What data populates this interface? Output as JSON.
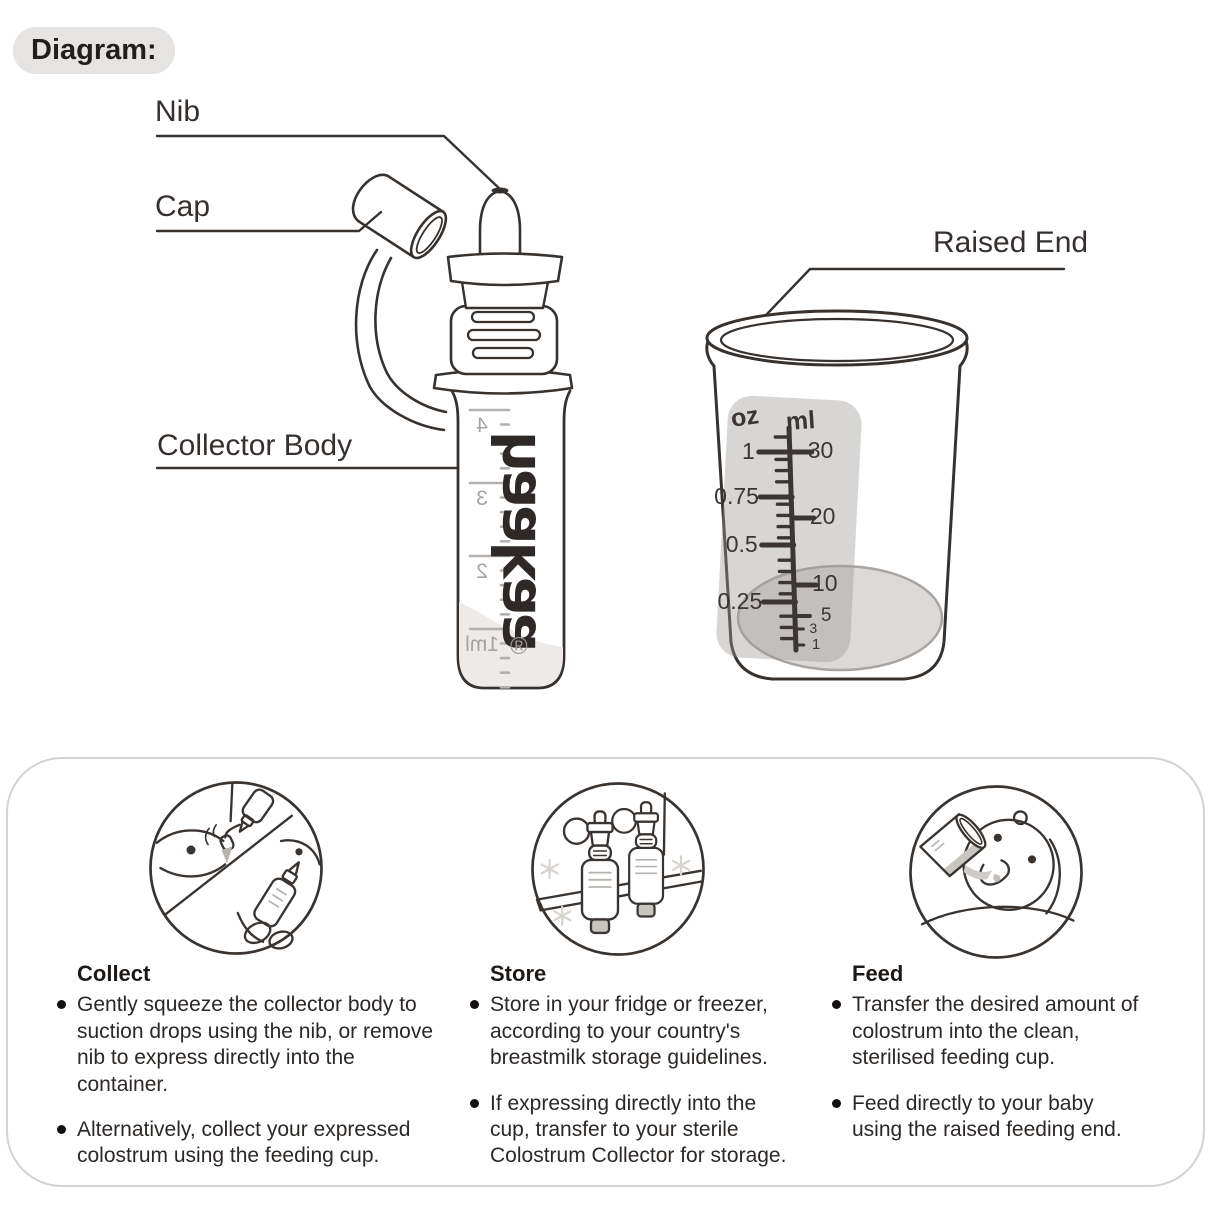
{
  "heading": {
    "label": "Diagram:"
  },
  "diagram": {
    "labels": {
      "nib": "Nib",
      "cap": "Cap",
      "collector_body": "Collector Body",
      "raised_end": "Raised End"
    },
    "collector": {
      "brand": "haakaa",
      "registered_mark": "®",
      "scale_labels": [
        "4",
        "3",
        "2",
        "1ml"
      ]
    },
    "cup": {
      "scale": {
        "oz_header": "oz",
        "ml_header": "ml",
        "oz_labels": [
          "1",
          "0.75",
          "0.5",
          "0.25"
        ],
        "ml_labels": [
          "30",
          "20",
          "10",
          "5",
          "3",
          "1"
        ]
      }
    }
  },
  "instructions": {
    "sections": [
      {
        "title": "Collect",
        "icon": "collect-illustration",
        "bullets": [
          "Gently squeeze the collector body to suction drops using the nib, or remove nib to express directly into the container.",
          "Alternatively, collect your expressed colostrum using the feeding cup."
        ]
      },
      {
        "title": "Store",
        "icon": "store-illustration",
        "bullets": [
          "Store in your fridge or freezer, according to your country's breastmilk storage guidelines.",
          "If expressing directly into the cup, transfer to your sterile Colostrum Collector for storage."
        ]
      },
      {
        "title": "Feed",
        "icon": "feed-illustration",
        "bullets": [
          "Transfer the desired amount of colostrum into the clean, sterilised feeding cup.",
          "Feed directly to your baby using the raised feeding end."
        ]
      }
    ]
  },
  "colors": {
    "line": "#38322e",
    "text": "#2c2826",
    "pill_gray": "#e6e4e2",
    "panel_gray": "#d9d6d3",
    "scale_gray": "#b5b1ae",
    "liquid_gray": "#dcd9d6"
  }
}
